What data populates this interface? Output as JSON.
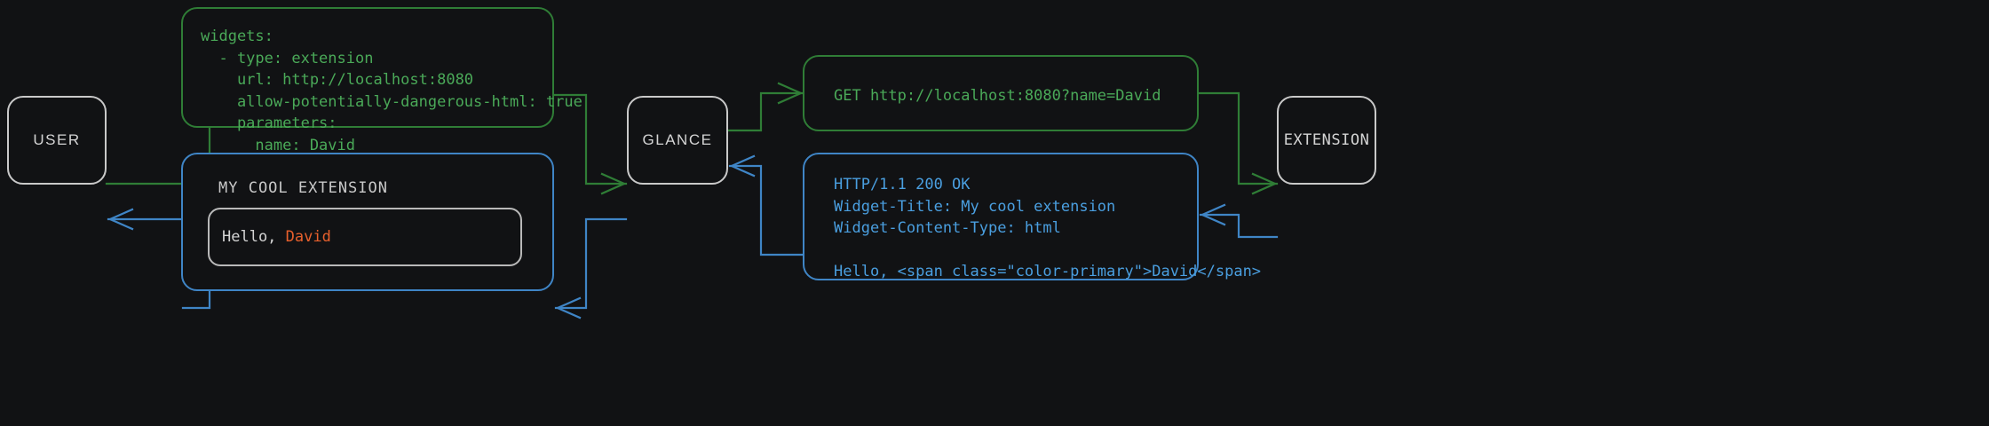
{
  "theme": {
    "background": "#111214",
    "node_border": "#c9c9c9",
    "request_color": "#2f7d36",
    "request_text": "#4aa958",
    "response_color": "#3f85c6",
    "response_text": "#4a9fe0",
    "accent_primary": "#e8602c",
    "body_text": "#d4d4d4"
  },
  "nodes": {
    "user": "USER",
    "glance": "GLANCE",
    "extension": "EXTENSION"
  },
  "config_box": {
    "label": "widget-yaml-config",
    "code": "widgets:\n  - type: extension\n    url: http://localhost:8080\n    allow-potentially-dangerous-html: true\n    parameters:\n      name: David"
  },
  "request_box": {
    "label": "http-get-request",
    "code": "GET http://localhost:8080?name=David"
  },
  "response_box": {
    "label": "http-response",
    "code": "HTTP/1.1 200 OK\nWidget-Title: My cool extension\nWidget-Content-Type: html\n\nHello, <span class=\"color-primary\">David</span>"
  },
  "rendered_widget": {
    "label": "rendered-extension-widget",
    "title": "MY COOL EXTENSION",
    "greeting_prefix": "Hello, ",
    "greeting_name": "David"
  },
  "edges": [
    {
      "name": "user-to-config",
      "kind": "request"
    },
    {
      "name": "config-to-glance",
      "kind": "request"
    },
    {
      "name": "glance-to-request",
      "kind": "request"
    },
    {
      "name": "request-to-extension",
      "kind": "request"
    },
    {
      "name": "extension-to-response",
      "kind": "response"
    },
    {
      "name": "response-to-glance",
      "kind": "response"
    },
    {
      "name": "glance-to-widget",
      "kind": "response"
    },
    {
      "name": "widget-to-user",
      "kind": "response"
    }
  ]
}
